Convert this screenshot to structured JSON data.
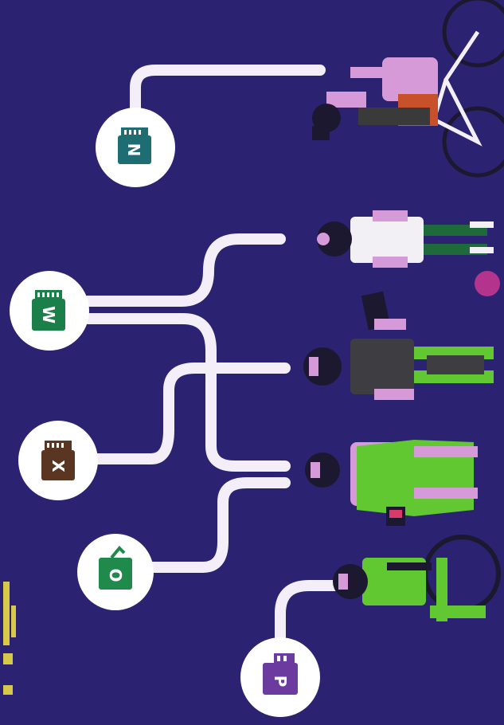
{
  "colors": {
    "background": "#2b2372",
    "connector": "#f3eef8",
    "skin": "#d79ad8",
    "hair": "#1c1830",
    "onenote": "#6a2a8f",
    "word": "#1f4e8c",
    "excel": "#1d6f3b",
    "powerpoint": "#b44a2c",
    "outlook": "#0a5f8f",
    "badge_circle": "#ffffff",
    "legend_dots": "#d8c84a"
  },
  "icons": {
    "onenote": {
      "name": "onenote-app-icon",
      "letter": "N"
    },
    "word": {
      "name": "word-app-icon",
      "letter": "W"
    },
    "excel": {
      "name": "excel-app-icon",
      "letter": "X"
    },
    "outlook": {
      "name": "outlook-app-icon",
      "letter": "O"
    },
    "powerpoint": {
      "name": "powerpoint-app-icon",
      "letter": "P"
    }
  }
}
